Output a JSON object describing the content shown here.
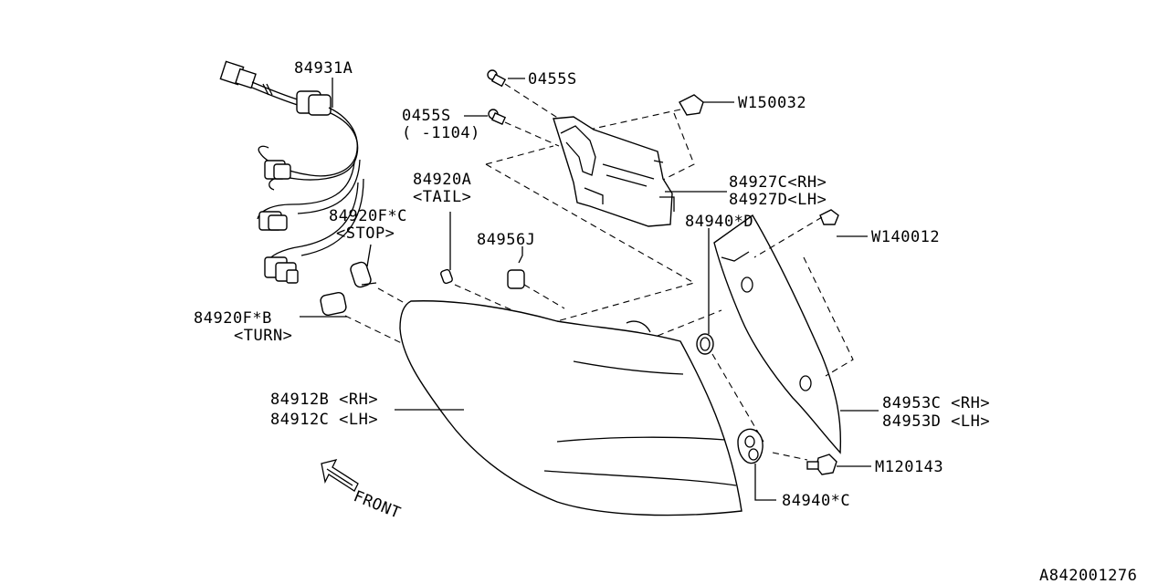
{
  "labels": {
    "p84931A": "84931A",
    "p0455S_top": "0455S",
    "pW150032": "W150032",
    "p0455S_mid": "0455S",
    "p0455S_mid_note": "( -1104)",
    "p84920A": "84920A",
    "p84920A_note": "<TAIL>",
    "p84927C": "84927C<RH>",
    "p84927D": "84927D<LH>",
    "p84920FC": "84920F*C",
    "p84920FC_note": "<STOP>",
    "p84956J": "84956J",
    "p84940D": "84940*D",
    "pW140012": "W140012",
    "p84920FB": "84920F*B",
    "p84920FB_note": "<TURN>",
    "p84912B": "84912B <RH>",
    "p84912C": "84912C <LH>",
    "p84953C": "84953C <RH>",
    "p84953D": "84953D <LH>",
    "pM120143": "M120143",
    "p84940C": "84940*C",
    "front": "FRONT",
    "diagram_id": "A842001276"
  },
  "icons": {
    "front_arrow": "front-direction-arrow-icon"
  }
}
